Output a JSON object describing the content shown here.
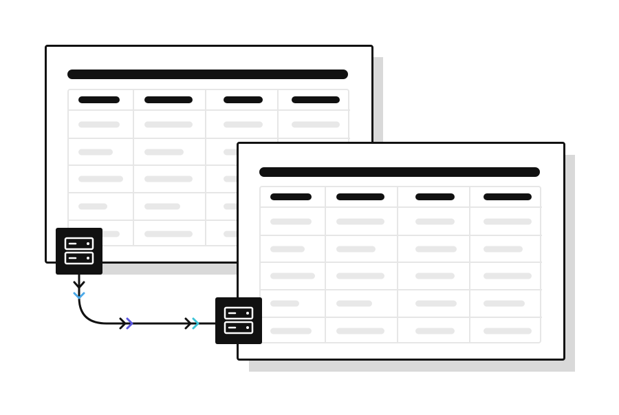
{
  "diagram": {
    "tables": [
      {
        "columns": 4,
        "rows": 5,
        "header_bar_widths": [
          60,
          70,
          57,
          70
        ],
        "body_bar_widths": [
          [
            60,
            70,
            57,
            70
          ],
          [
            50,
            57,
            57,
            60
          ],
          [
            65,
            70,
            57,
            70
          ],
          [
            42,
            52,
            57,
            60
          ],
          [
            60,
            70,
            57,
            60
          ]
        ]
      },
      {
        "columns": 4,
        "rows": 5,
        "header_bar_widths": [
          60,
          70,
          57,
          70
        ],
        "body_bar_widths": [
          [
            60,
            70,
            57,
            70
          ],
          [
            50,
            57,
            60,
            57
          ],
          [
            65,
            70,
            57,
            70
          ],
          [
            42,
            52,
            60,
            60
          ],
          [
            60,
            70,
            57,
            70
          ]
        ]
      }
    ],
    "colors": {
      "ink": "#111111",
      "shadow": "#d9d9d9",
      "grid_line": "#e6e6e6",
      "placeholder_bar": "#e8e8e8",
      "arrow_accent_blue": "#4aa8e8",
      "arrow_accent_violet": "#5b57e0",
      "arrow_accent_cyan": "#3cc3d6"
    },
    "icons": [
      "server-icon",
      "server-icon",
      "arrow-chevron-icon"
    ]
  }
}
